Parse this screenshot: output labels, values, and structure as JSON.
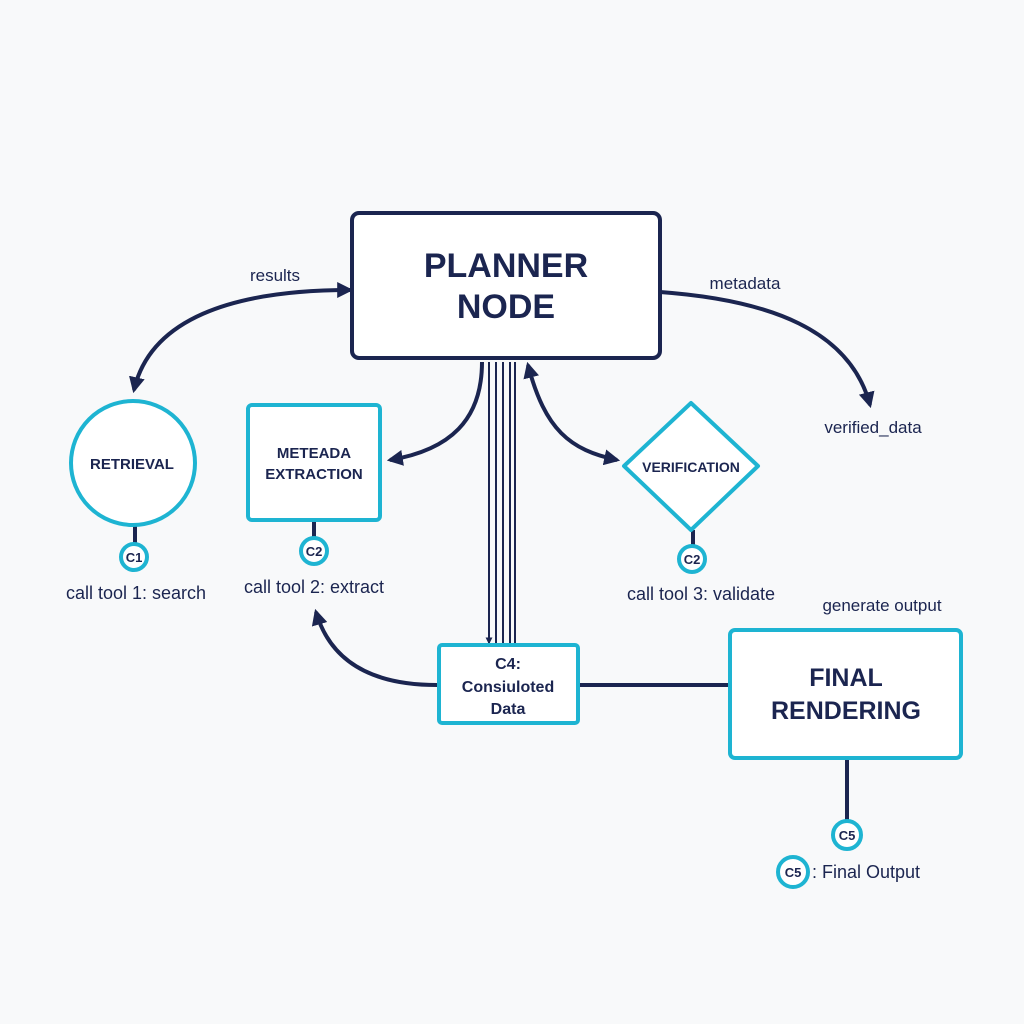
{
  "nodes": {
    "planner": {
      "line1": "PLANNER",
      "line2": "NODE"
    },
    "retrieval": {
      "label": "RETRIEVAL"
    },
    "metadata_extraction": {
      "line1": "METEADA",
      "line2": "EXTRACTION"
    },
    "verification": {
      "label": "VERIFICATION"
    },
    "consolidated": {
      "line1": "C4:",
      "line2": "Consiuloted",
      "line3": "Data"
    },
    "final_rendering": {
      "line1": "FINAL",
      "line2": "RENDERING"
    }
  },
  "edge_labels": {
    "results": "results",
    "metadata": "metadata",
    "verified_data": "verified_data",
    "generate_output": "generate output"
  },
  "badges": {
    "retrieval": "C1",
    "extraction": "C2",
    "verification": "C2",
    "final": "C5",
    "final_output": "C5"
  },
  "captions": {
    "retrieval": "call tool 1: search",
    "extraction": "call tool 2: extract",
    "verification": "call tool 3: validate",
    "final_output": ": Final Output"
  },
  "colors": {
    "navy": "#1b2550",
    "cyan": "#1eb4d2",
    "background": "#f8f9fa"
  }
}
